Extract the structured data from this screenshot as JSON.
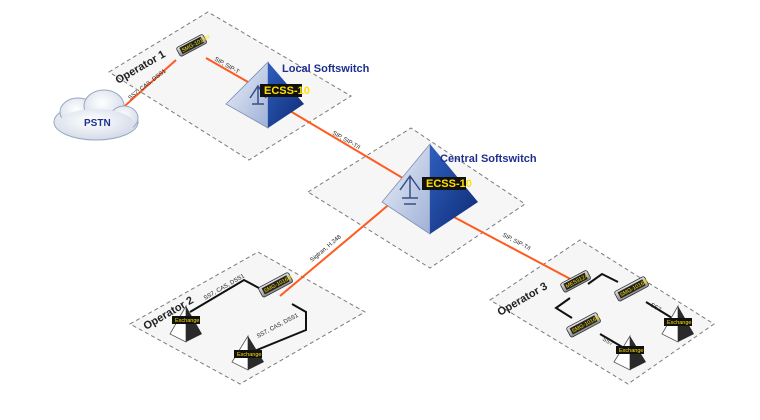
{
  "zones": {
    "operator1": "Operator 1",
    "operator2": "Operator 2",
    "operator3": "Operator 3"
  },
  "softswitches": {
    "local": {
      "title": "Local Softswitch",
      "label": "ECSS-10"
    },
    "central": {
      "title": "Central Softswitch",
      "label": "ECSS-10"
    }
  },
  "pstn": "PSTN",
  "devices": {
    "smg_op1": "SMG-1016M",
    "smg_op2": "SMG-1016M",
    "mes_op3": "MES3124",
    "smg_op3_a": "SMG-1016M",
    "smg_op3_b": "SMG-1016M"
  },
  "exchanges": {
    "op2_a": "Exchange",
    "op2_b": "Exchange",
    "op3_a": "Exchange",
    "op3_b": "Exchange"
  },
  "links": {
    "pstn_smg": "SS7, CAS, DSS1",
    "smg_local": "SIP, SIP-T",
    "local_central": "SIP, SIP-T/I",
    "central_op2": "Sigtran, H.248",
    "central_op3": "SIP, SIP-T/I",
    "op2_ex_a": "SS7, CAS, DSS1",
    "op2_ex_b": "SS7, CAS, DSS1",
    "op3_ex_a": "SS7",
    "op3_ex_b": "SS7"
  },
  "colors": {
    "link": "#ff5a1f",
    "pyramid": "#1a3f9a",
    "softswitch_title": "#1f2f8f",
    "badge_text": "#ffe000"
  }
}
